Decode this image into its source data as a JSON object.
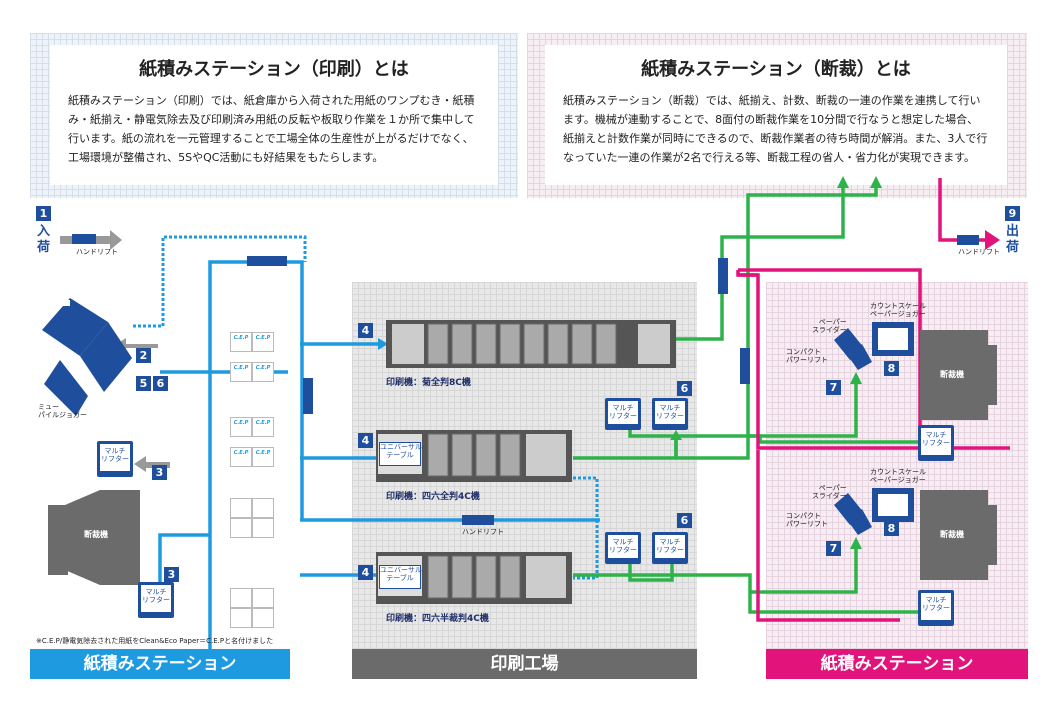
{
  "info_left": {
    "title": "紙積みステーション（印刷）とは",
    "body": "紙積みステーション（印刷）では、紙倉庫から入荷された用紙のワンプむき・紙積み・紙揃え・静電気除去及び印刷済み用紙の反転や板取り作業を１か所で集中して行います。紙の流れを一元管理することで工場全体の生産性が上がるだけでなく、工場環境が整備され、5SやQC活動にも好結果をもたらします。"
  },
  "info_right": {
    "title": "紙積みステーション（断裁）とは",
    "body": "紙積みステーション（断裁）では、紙揃え、計数、断裁の一連の作業を連携して行います。機械が連動することで、8面付の断裁作業を10分間で行なうと想定した場合、紙揃えと計数作業が同時にできるので、断裁作業者の待ち時間が解消。また、3人で行なっていた一連の作業が2名で行える等、断裁工程の省人・省力化が実現できます。"
  },
  "steps": {
    "s1": "1",
    "s1_label": "入荷",
    "s2": "2",
    "s3": "3",
    "s4": "4",
    "s5": "5",
    "s6": "6",
    "s7": "7",
    "s8": "8",
    "s9": "9",
    "s9_label": "出荷"
  },
  "labels": {
    "hand_lift": "ハンドリフト",
    "mue_pile_jogger": "ミュー\nパイルジョガー",
    "multi_lifter": "マルチ\nリフター",
    "cutter": "断裁機",
    "universal_table": "ユニバーサル\nテーブル",
    "press1": "印刷機：菊全判8C機",
    "press2": "印刷機：四六全判4C機",
    "press3": "印刷機：四六半裁判4C機",
    "paper_slider": "ペーパー\nスライダー",
    "compact_power_lift": "コンパクト\nパワーリフト",
    "count_scale": "カウントスケール\nペーパージョガー",
    "cep": "C.E.P",
    "note": "※C.E.P/静電気除去された用紙をClean&Eco Paper＝C.E.Pと名付けました"
  },
  "zones": {
    "left": "紙積みステーション",
    "center": "印刷工場",
    "right": "紙積みステーション"
  },
  "colors": {
    "blue_flow": "#1e9be0",
    "green_flow": "#2db34a",
    "magenta_flow": "#e2147c",
    "machine_blue": "#1f4e9c",
    "zone_center": "#6b6b6b"
  }
}
